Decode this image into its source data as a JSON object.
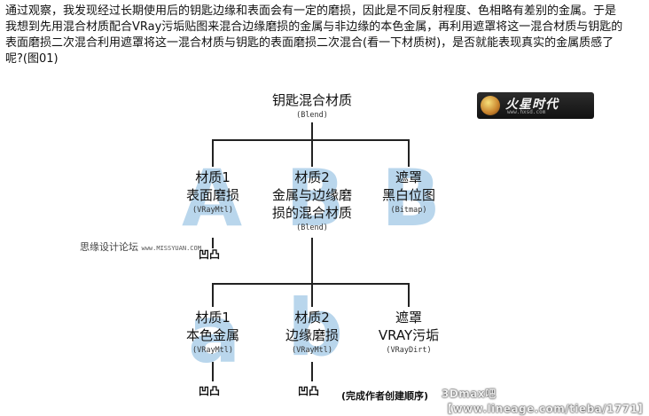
{
  "intro_text": "通过观察，我发现经过长期使用后的钥匙边缘和表面会有一定的磨损，因此是不同反射程度、色相略有差别的金属。于是我想到先用混合材质配合VRay污垢贴图来混合边缘磨损的金属与非边缘的本色金属，再利用遮罩将这一混合材质与钥匙的表面磨损二次混合利用遮罩将这一混合材质与钥匙的表面磨损二次混合(看一下材质树)，是否就能表现真实的金属质感了呢?(图01)",
  "tree": {
    "root": {
      "title": "钥匙混合材质",
      "sub": "(Blend)"
    },
    "level1": [
      {
        "title_lines": [
          "材质1",
          "表面磨损"
        ],
        "sub": "(VRayMtl)",
        "letter": "A",
        "leaf": "凹凸"
      },
      {
        "title_lines": [
          "材质2",
          "金属与边缘磨",
          "损的混合材质"
        ],
        "sub": "(Blend)",
        "letter": "B"
      },
      {
        "title_lines": [
          "遮罩",
          "黑白位图"
        ],
        "sub": "(Bitmap)",
        "letter": "B"
      }
    ],
    "level2": [
      {
        "title_lines": [
          "材质1",
          "本色金属"
        ],
        "sub": "(VRayMtl)",
        "letter": "a",
        "leaf": "凹凸"
      },
      {
        "title_lines": [
          "材质2",
          "边缘磨损"
        ],
        "sub": "(VRayMtl)",
        "letter": "b",
        "leaf": "凹凸"
      },
      {
        "title_lines": [
          "遮罩",
          "VRAY污垢"
        ],
        "sub": "(VRayDirt)"
      }
    ],
    "caption": "(完成作者创建顺序)"
  },
  "watermarks": {
    "logo_text": "火星时代",
    "logo_url": "www.hxsd.com",
    "site_cn": "思缘设计论坛",
    "site_url": "www.MISSYUAN.COM",
    "footer": "3Dmax吧 【www.lineage.com/tieba/1771】"
  }
}
